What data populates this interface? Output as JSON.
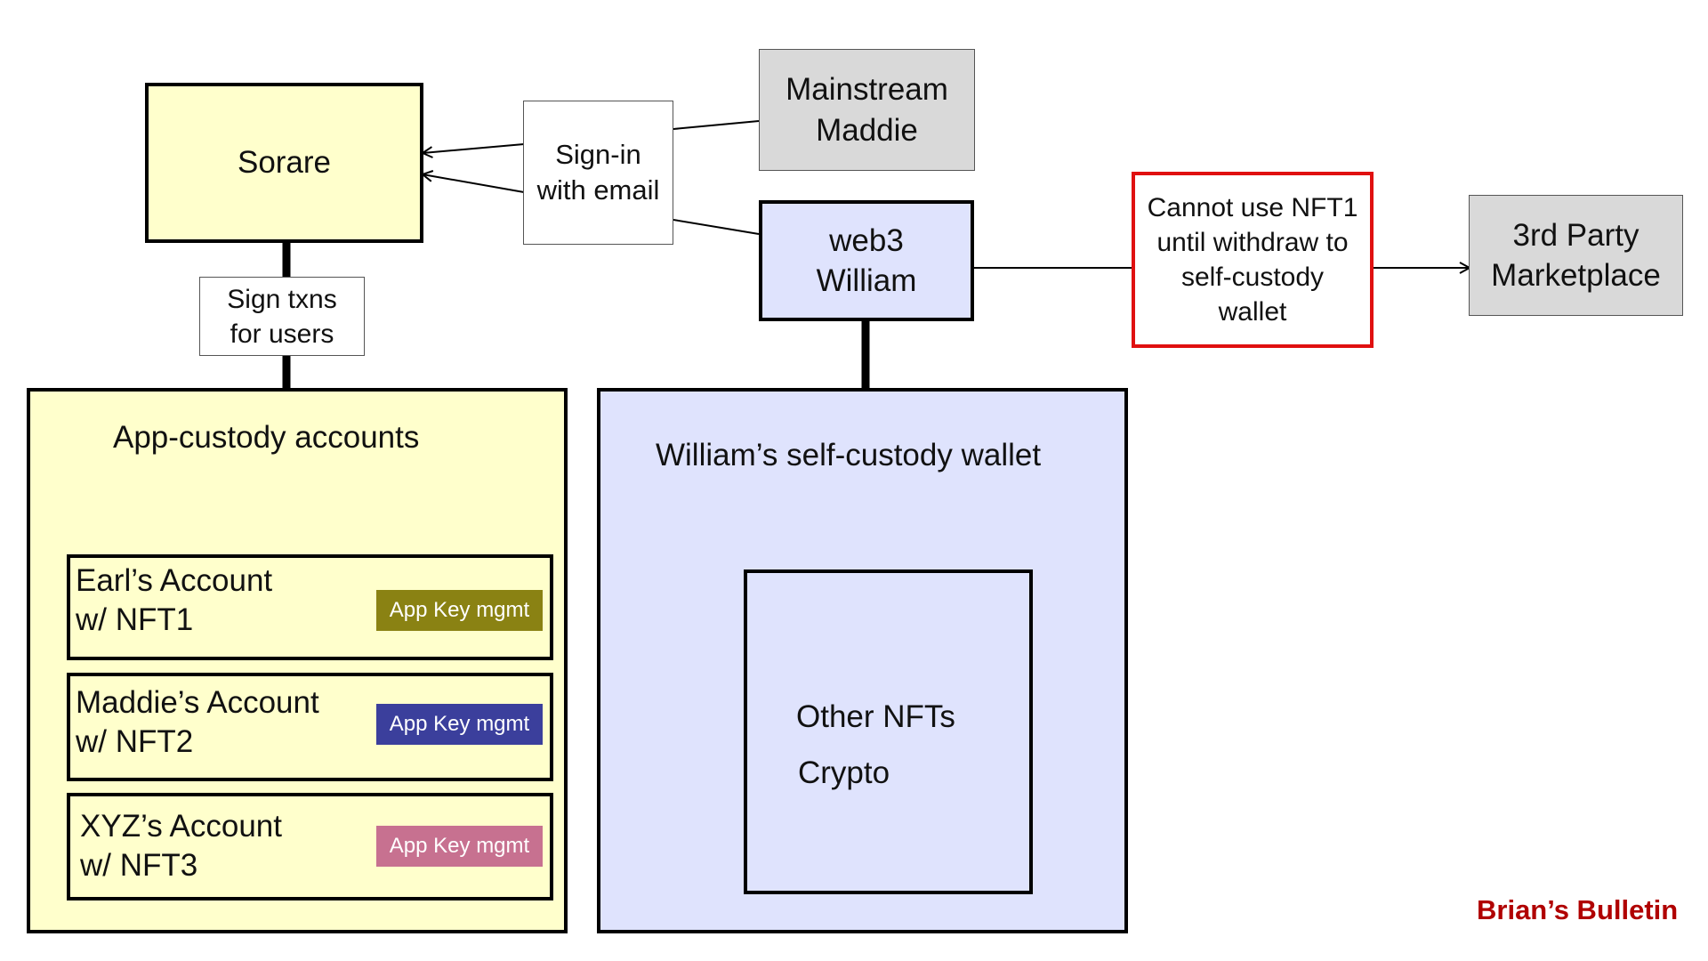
{
  "sorare": {
    "label": "Sorare"
  },
  "signin": {
    "label": "Sign-in\nwith email"
  },
  "maddie": {
    "label": "Mainstream\nMaddie"
  },
  "william": {
    "label": "web3\nWilliam"
  },
  "warning": {
    "label": "Cannot use NFT1\nuntil withdraw to\nself-custody\nwallet"
  },
  "marketplace": {
    "label": "3rd Party\nMarketplace"
  },
  "sign_txns": {
    "label": "Sign txns\nfor users"
  },
  "app_custody": {
    "title": "App-custody accounts",
    "accounts": [
      {
        "label": "Earl’s Account\nw/ NFT1",
        "badge": "App Key mgmt",
        "badge_color": "#8a8213"
      },
      {
        "label": "Maddie’s Account\nw/ NFT2",
        "badge": "App Key mgmt",
        "badge_color": "#3b3f9c"
      },
      {
        "label": "XYZ’s Account\nw/ NFT3",
        "badge": "App Key mgmt",
        "badge_color": "#c77190"
      }
    ]
  },
  "self_custody": {
    "title": "William’s self-custody wallet",
    "items": [
      "Other NFTs",
      "Crypto"
    ]
  },
  "footer": {
    "brand": "Brian’s Bulletin"
  },
  "colors": {
    "yellow_fill": "#ffffcc",
    "blue_fill": "#dfe3fd",
    "grey_fill": "#d9d9d9",
    "warning_border": "#e01010",
    "brand": "#b00000"
  }
}
